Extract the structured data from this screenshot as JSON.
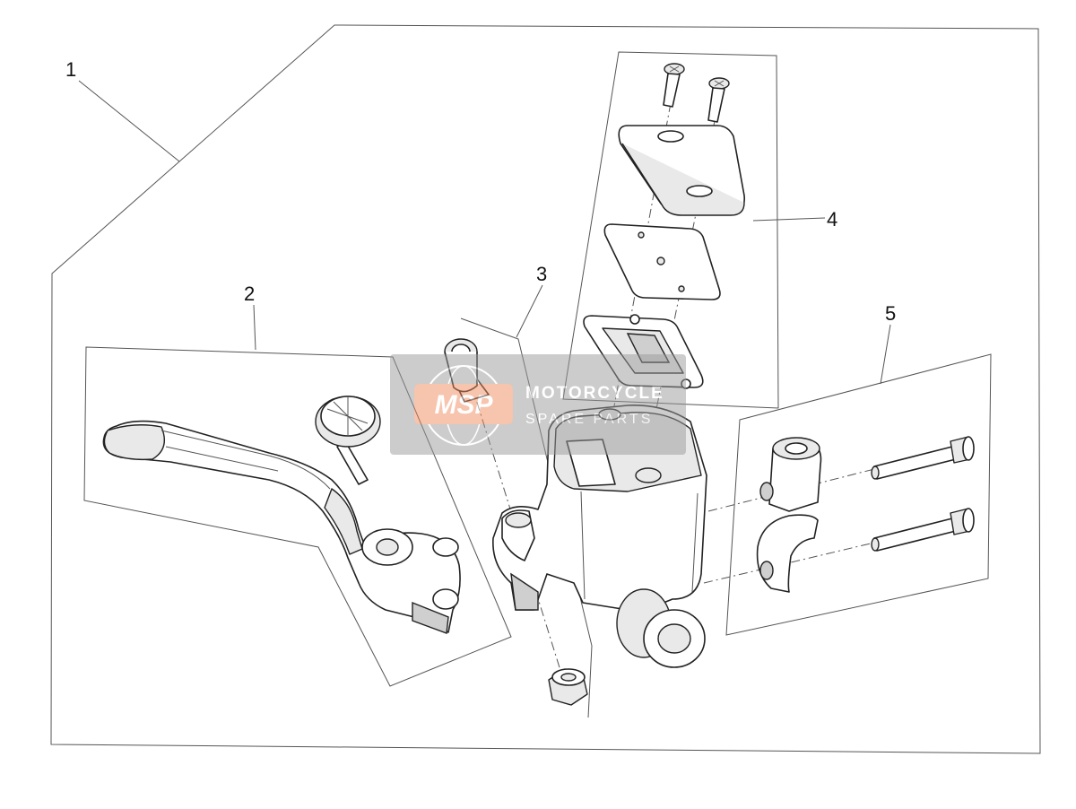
{
  "callouts": [
    {
      "label": "1"
    },
    {
      "label": "2"
    },
    {
      "label": "3"
    },
    {
      "label": "4"
    },
    {
      "label": "5"
    }
  ],
  "watermark": {
    "badge": "MSP",
    "line1": "MOTORCYCLE",
    "line2": "SPARE PARTS"
  },
  "colors": {
    "watermark_badge": "#f08a5d",
    "watermark_bg": "#9a9a9a",
    "line": "#555555"
  }
}
